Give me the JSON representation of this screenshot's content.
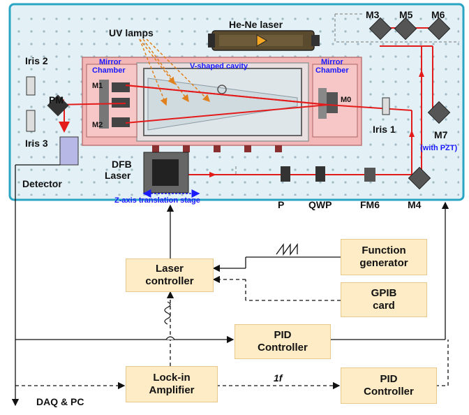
{
  "colors": {
    "table": "#e3f1f6",
    "table_border": "#2aa6c4",
    "box_fill": "#fdecc5",
    "beam": "#e41b1b",
    "blue_text": "#1a1aff",
    "frame": "#f1a7a7"
  },
  "optics": {
    "uv_lamps": "UV lamps",
    "hene_laser": "He-Ne laser",
    "cavity": "V-shaped cavity",
    "mirror_chamber_left": "Mirror\nChamber",
    "mirror_chamber_right": "Mirror\nChamber",
    "m1": "M1",
    "m2": "M2",
    "m0": "M0",
    "m3": "M3",
    "m4": "M4",
    "m5": "M5",
    "m6": "M6",
    "m7": "M7",
    "m7_note": "(with PZT)",
    "iris1": "Iris 1",
    "iris2": "Iris 2",
    "iris3": "Iris 3",
    "pm": "PM",
    "detector": "Detector",
    "dfb_laser": "DFB\nLaser",
    "z_stage": "Z-axis translation stage",
    "p": "P",
    "qwp": "QWP",
    "fm6": "FM6"
  },
  "electronics": {
    "laser_controller": "Laser\ncontroller",
    "function_generator": "Function\ngenerator",
    "gpib_card": "GPIB\ncard",
    "pid_controller_1": "PID\nController",
    "lockin": "Lock-in\nAmplifier",
    "pid_controller_2": "PID\nController",
    "one_f": "1f",
    "daq": "DAQ & PC"
  }
}
